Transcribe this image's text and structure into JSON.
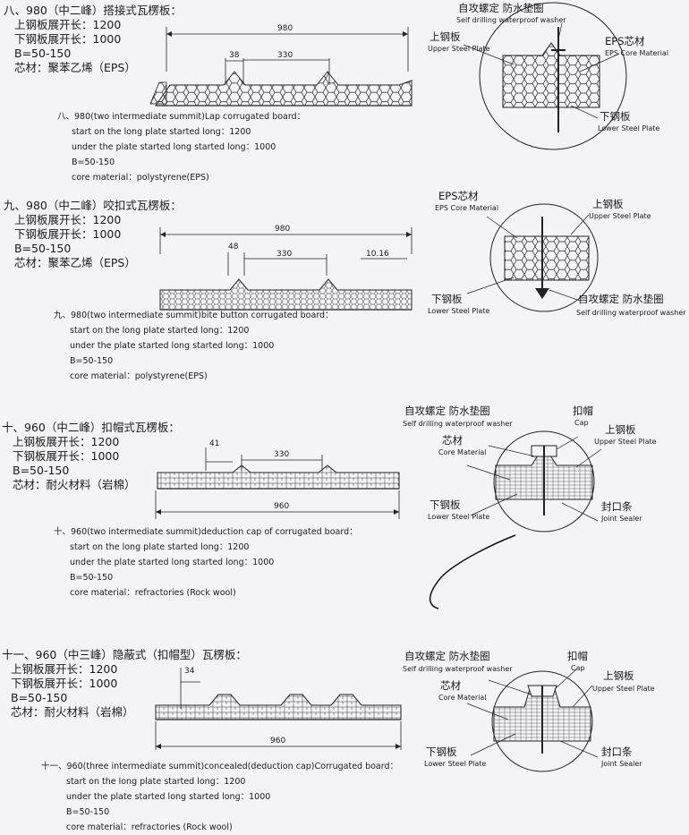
{
  "sections": [
    {
      "cn": [
        "八、980（中二峰）搭接式瓦楞板：",
        "上钢板展开长：1200",
        "下钢板展开长：1000",
        "B=50-150",
        "芯材：聚苯乙烯（EPS）"
      ],
      "en": [
        "八、980(two intermediate summit)Lap corrugated board：",
        "start on the long plate started long：1200",
        "under the plate started long started long：1000",
        "B=50-150",
        "core material：polystyrene(EPS)"
      ],
      "dims": [
        "980",
        "38",
        "330"
      ],
      "callouts": [
        {
          "cn": "自攻螺定  防水垫圈",
          "en": "Self drilling waterproof washer"
        },
        {
          "cn": "上钢板",
          "en": "Upper Steel Plate"
        },
        {
          "cn": "EPS芯材",
          "en": "EPS Core Material"
        },
        {
          "cn": "下钢板",
          "en": "Lower Steel Plate"
        }
      ]
    },
    {
      "cn": [
        "九、980（中二峰）咬扣式瓦楞板：",
        "上钢板展开长：1200",
        "下钢板展开长：1000",
        "B=50-150",
        "芯材：聚苯乙烯（EPS）"
      ],
      "en": [
        "九、980(two intermediate summit)bite button corrugated board：",
        "start on the long plate started long：1200",
        "under the plate started long started long：1000",
        "B=50-150",
        "core material：polystyrene(EPS)"
      ],
      "dims": [
        "980",
        "48",
        "330",
        "10.16"
      ],
      "callouts": [
        {
          "cn": "EPS芯材",
          "en": "EPS Core Material"
        },
        {
          "cn": "上钢板",
          "en": "Upper Steel Plate"
        },
        {
          "cn": "下钢板",
          "en": "Lower Steel Plate"
        },
        {
          "cn": "自攻螺定  防水垫圈",
          "en": "Self drilling waterproof washer"
        }
      ]
    },
    {
      "cn": [
        "十、960（中二峰）扣帽式瓦楞板：",
        "上钢板展开长：1200",
        "下钢板展开长：1000",
        "B=50-150",
        "芯材：耐火材料（岩棉）"
      ],
      "en": [
        "十、960(two intermediate summit)deduction cap of corrugated board：",
        "start on the long plate started long：1200",
        "under the plate started long started long：1000",
        "B=50-150",
        "core material：refractories (Rock wool)"
      ],
      "dims": [
        "41",
        "330",
        "960"
      ],
      "callouts": [
        {
          "cn": "自攻螺定  防水垫圈",
          "en": "Self drilling waterproof washer"
        },
        {
          "cn": "扣帽",
          "en": "Cap"
        },
        {
          "cn": "芯材",
          "en": "Core Material"
        },
        {
          "cn": "上钢板",
          "en": "Upper Steel Plate"
        },
        {
          "cn": "下钢板",
          "en": "Lower Steel Plate"
        },
        {
          "cn": "封口条",
          "en": "Joint Sealer"
        }
      ]
    },
    {
      "cn": [
        "十一、960（中三峰）隐蔽式（扣帽型）瓦楞板：",
        "上钢板展开长：1200",
        "下钢板展开长：1000",
        "B=50-150",
        "芯材：耐火材料（岩棉）"
      ],
      "en": [
        "十一、960(three intermediate summit)concealed(deduction cap)Corrugated board：",
        "start on the long plate started long：1200",
        "under the plate started long started long：1000",
        "B=50-150",
        "core material：refractories (Rock wool)"
      ],
      "dims": [
        "34",
        "960"
      ],
      "callouts": [
        {
          "cn": "自攻螺定  防水垫圈",
          "en": "Self drilling waterproof washer"
        },
        {
          "cn": "扣帽",
          "en": "Cap"
        },
        {
          "cn": "上钢板",
          "en": "Upper Steel Plate"
        },
        {
          "cn": "芯材",
          "en": "Core Material"
        },
        {
          "cn": "下钢板",
          "en": "Lower Steel Plate"
        },
        {
          "cn": "封口条",
          "en": "Joint Sealer"
        }
      ]
    }
  ]
}
